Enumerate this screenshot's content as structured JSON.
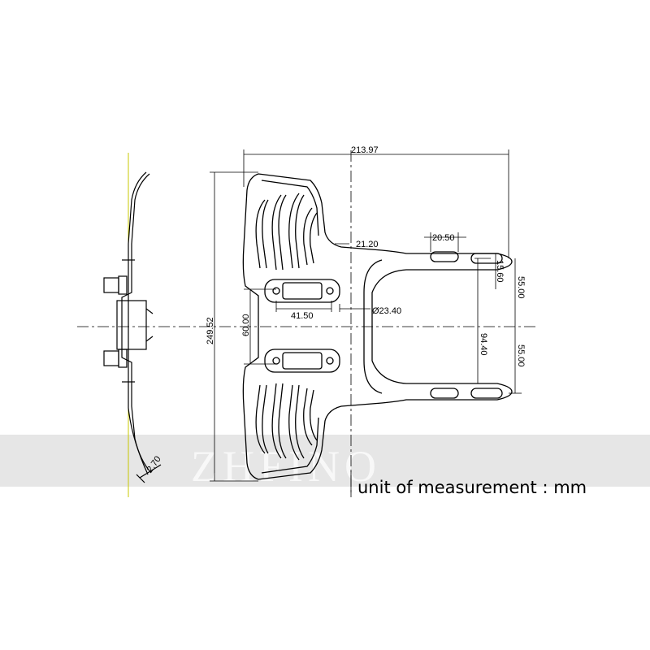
{
  "drawing": {
    "dimensions": {
      "overall_width": "213.97",
      "overall_height": "249.52",
      "neck_gap": "21.20",
      "top_slot_width": "20.50",
      "slot_height": "15.60",
      "upper_offset": "55.00",
      "lower_offset": "55.00",
      "slot_spacing": "94.40",
      "clip_spacing": "60.00",
      "clip_width": "41.50",
      "hole_diameter": "Ø23.40",
      "thickness": "2.70"
    },
    "watermark": "ZHFINO",
    "unit_note": "unit of measurement : mm"
  },
  "colors": {
    "line": "#000000",
    "band": "#e6e6e6",
    "accent": "#c8c800",
    "background": "#ffffff"
  }
}
